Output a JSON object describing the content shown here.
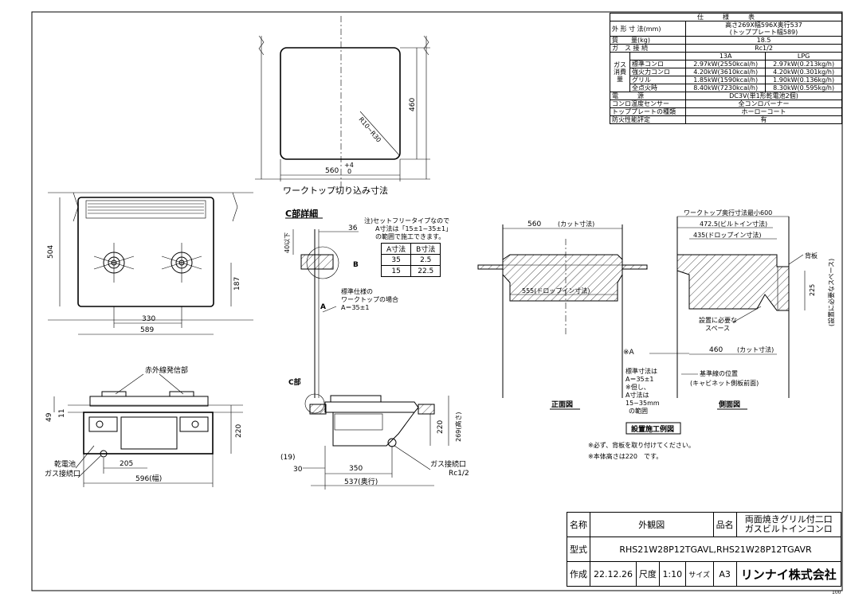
{
  "spec": {
    "title": "仕　　　様　　　表",
    "rows": {
      "dims_label": "外 形 寸 法(mm)",
      "dims_value": "高さ269X幅596X奥行537",
      "dims_sub": "(トッププレート幅589)",
      "weight_label": "質　　量(kg)",
      "weight_value": "18.5",
      "gas_conn_label": "ガ　ス 接 続",
      "gas_conn_value": "Rc1/2",
      "gas_group_label": "ガス消費量",
      "col_13a": "13A",
      "col_lpg": "LPG",
      "std_label": "標準コンロ",
      "std_13a": "2.97kW(2550kcal/h)",
      "std_lpg": "2.97kW(0.213kg/h)",
      "strong_label": "強火力コンロ",
      "strong_13a": "4.20kW(3610kcal/h)",
      "strong_lpg": "4.20kW(0.301kg/h)",
      "grill_label": "グリル",
      "grill_13a": "1.85kW(1590kcal/h)",
      "grill_lpg": "1.90kW(0.136kg/h)",
      "all_label": "全点火時",
      "all_13a": "8.40kW(7230kcal/h)",
      "all_lpg": "8.30kW(0.595kg/h)",
      "power_label": "電　　　源",
      "power_value": "DC3V(単1形乾電池2個)",
      "sensor_label": "コンロ温度センサー",
      "sensor_value": "全コンロバーナー",
      "plate_label": "トッププレートの種類",
      "plate_value": "ホーローコート",
      "fire_label": "防火性能評定",
      "fire_value": "有"
    }
  },
  "cutout": {
    "caption": "ワークトップ切り込み寸法",
    "width_dim": "560",
    "depth_dim": "460",
    "radius": "R10~R30"
  },
  "plan": {
    "dim_504": "504",
    "dim_187": "187",
    "dim_330": "330",
    "dim_589": "589"
  },
  "front": {
    "label_ir": "赤外線発信部",
    "dim_49": "49",
    "dim_11": "11",
    "dim_220": "220",
    "dim_205": "205",
    "dim_596": "596(幅)",
    "label_battery": "乾電池",
    "label_gas": "ガス接続口"
  },
  "detail_c": {
    "title": "C部詳細",
    "dim_40": "40以下",
    "dim_36": "36",
    "label_b": "B",
    "label_a": "A",
    "note_std": "標準仕様の",
    "note_std2": "ワークトップの場合",
    "note_std3": "A＝35±1"
  },
  "note_free": {
    "l1": "注)セットフリータイプなので",
    "l2": "A寸法は「15±1~35±1」",
    "l3": "の範囲で施工できます。",
    "h_a": "A寸法",
    "h_b": "B寸法",
    "r1a": "35",
    "r1b": "2.5",
    "r2a": "15",
    "r2b": "22.5"
  },
  "side": {
    "label_c": "C部",
    "dim_19": "(19)",
    "dim_30": "30",
    "dim_350": "350",
    "dim_537": "537(奥行)",
    "dim_220": "220",
    "dim_269": "269(高さ)",
    "label_gas": "ガス接続口",
    "label_gas2": "Rc1/2"
  },
  "install": {
    "front_label": "正面図",
    "side_label": "側面図",
    "title": "設置施工例図",
    "cut_560": "560",
    "cut_560_note": "(カット寸法)",
    "drop_555": "555(ドロップイン寸法)",
    "wt_600": "ワークトップ奥行寸法最小600",
    "builtin_472": "472.5(ビルトイン寸法)",
    "drop_435": "435(ドロップイン寸法)",
    "backboard": "背板",
    "dim_225": "225",
    "space_note": "(設置に必要なスペース)",
    "space_label": "設置に必要な",
    "space_label2": "スペース",
    "cut_460": "460",
    "cut_460_note": "(カット寸法)",
    "mark_a": "※A",
    "ref_line": "基準線の位置",
    "ref_line2": "(キャビネット側板前面)",
    "std_dim1": "標準寸法は",
    "std_dim2": "A＝35±1",
    "std_dim3": "※但し、",
    "std_dim4": "A寸法は",
    "std_dim5": "15~35mm",
    "std_dim6": "の範囲",
    "note1": "※必ず、背板を取り付けてください。",
    "note2": "※本体高さは220",
    "note2b": "です。"
  },
  "title_block": {
    "name_label": "名称",
    "name_value": "外観図",
    "product_label": "品名",
    "product_value1": "両面焼きグリル付二口",
    "product_value2": "ガスビルトインコンロ",
    "model_label": "型式",
    "model_value": "RHS21W28P12TGAVL,RHS21W28P12TGAVR",
    "made_label": "作成",
    "made_value": "22.12.26",
    "scale_label": "尺度",
    "scale_value": "1:10",
    "size_label": "サイズ",
    "size_value": "A3",
    "company": "リンナイ株式会社",
    "page": "100"
  }
}
